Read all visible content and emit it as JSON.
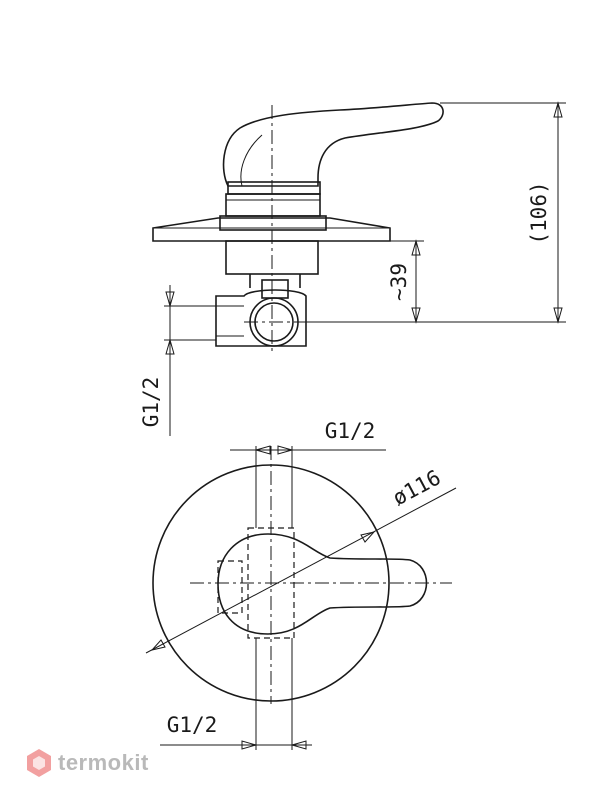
{
  "dimensions": {
    "height_overall": "(106)",
    "depth": "~39",
    "thread_side": "G1/2",
    "thread_top": "G1/2",
    "diameter": "ø116",
    "thread_bottom": "G1/2"
  },
  "watermark": {
    "text": "termokit",
    "icon": "hexagon-logo-icon",
    "color": "#b9b9b9",
    "accent": "#f2a0a0"
  }
}
